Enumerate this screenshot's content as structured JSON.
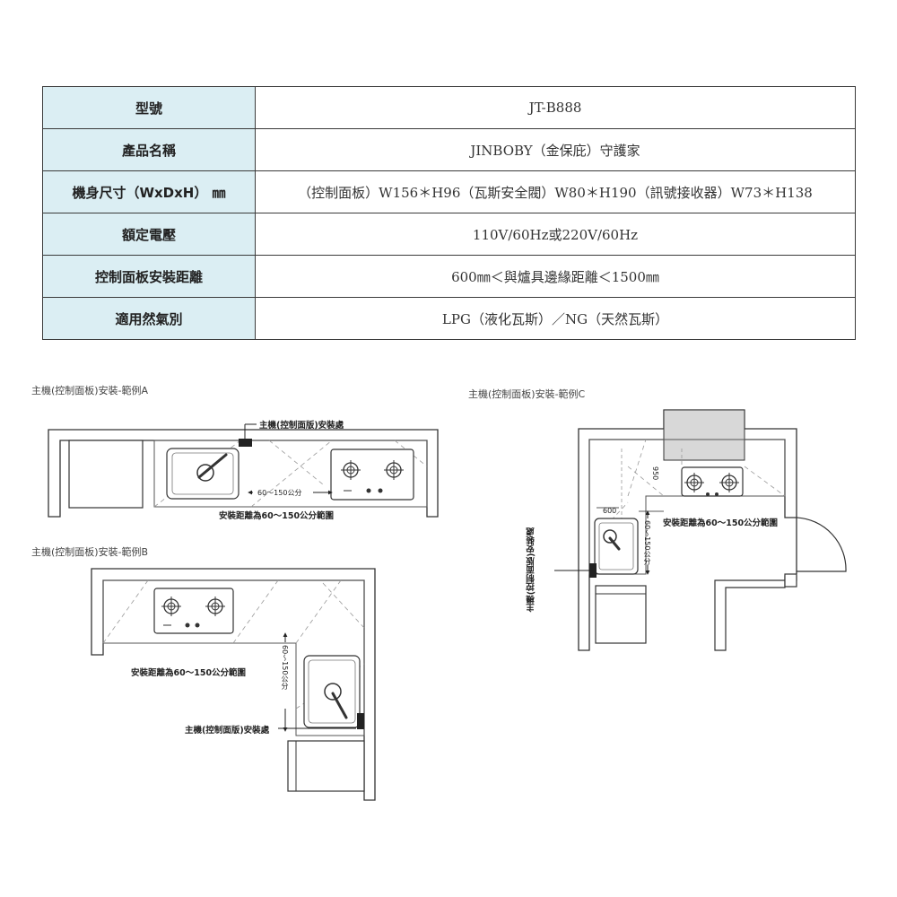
{
  "spec_table": {
    "rows": [
      {
        "label": "型號",
        "value": "JT-B888"
      },
      {
        "label": "產品名稱",
        "value": "JINBOBY（金保庇）守護家"
      },
      {
        "label": "機身尺寸（WxDxH） ㎜",
        "value": "（控制面板）W156＊H96（瓦斯安全閥）W80＊H190（訊號接收器）W73＊H138"
      },
      {
        "label": "額定電壓",
        "value": "110V/60Hz或220V/60Hz"
      },
      {
        "label": "控制面板安裝距離",
        "value": "600㎜＜與爐具邊緣距離＜1500㎜"
      },
      {
        "label": "適用然氣別",
        "value": "LPG（液化瓦斯）／NG（天然瓦斯）"
      }
    ]
  },
  "diagrams": {
    "a": {
      "caption": "主機(控制面板)安裝-範例A",
      "panel_label": "主機(控制面版)安裝處",
      "dimension": "60～150公分",
      "range_note": "安裝距離為60～150公分範圍"
    },
    "b": {
      "caption": "主機(控制面板)安裝-範例B",
      "panel_label": "主機(控制面版)安裝處",
      "dimension": "60～150公分",
      "range_note": "安裝距離為60～150公分範圍"
    },
    "c": {
      "caption": "主機(控制面板)安裝-範例C",
      "panel_label": "主機(控制面版)安裝處",
      "dimension": "60～150公分",
      "range_note": "安裝距離為60～150公分範圍",
      "dim_600": "600",
      "dim_950": "950"
    }
  }
}
